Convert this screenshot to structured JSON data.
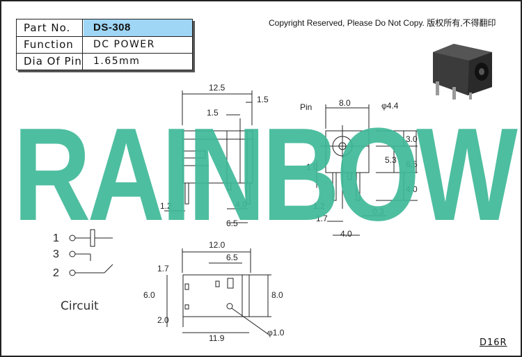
{
  "spec_table": {
    "rows": [
      {
        "label": "Part No.",
        "value": "DS-308"
      },
      {
        "label": "Function",
        "value": "DC POWER"
      },
      {
        "label": "Dia Of Pin",
        "value": "1.65mm"
      }
    ]
  },
  "copyright": "Copyright Reserved, Please Do Not Copy. 版权所有,不得翻印",
  "watermark": "RAINBOW",
  "drawing_number": "D16R",
  "circuit": {
    "label": "Circuit",
    "pins": [
      "1",
      "3",
      "2"
    ]
  },
  "side_view_dims": {
    "overall_width": "12.5",
    "top_offset": "1.5",
    "right_offset": "1.5",
    "pin_pitch_a": "1.2",
    "pin_pitch_b": "4.0",
    "pin_offset": "6.5"
  },
  "front_view_dims": {
    "pin_label": "Pin",
    "width": "8.0",
    "bore_diameter": "φ4.4",
    "height_top": "3.0",
    "height_mid": "5.3",
    "height_total": "6.5",
    "height_lower": "4.0",
    "pin_height": "1.0",
    "pin_gap": "1.2",
    "pin_spacing": "1.7",
    "pin_thickness": "0.3",
    "pin_center": "4.0"
  },
  "pcb_view_dims": {
    "overall_width": "12.0",
    "pad_offset": "6.5",
    "left_upper": "1.7",
    "left_mid": "6.0",
    "left_lower": "2.0",
    "right_height": "8.0",
    "bottom_width": "11.9",
    "hole_diameter": "φ1.0"
  },
  "colors": {
    "watermark": "#3fb898",
    "highlight": "#9fd6f5",
    "line": "#222222"
  }
}
